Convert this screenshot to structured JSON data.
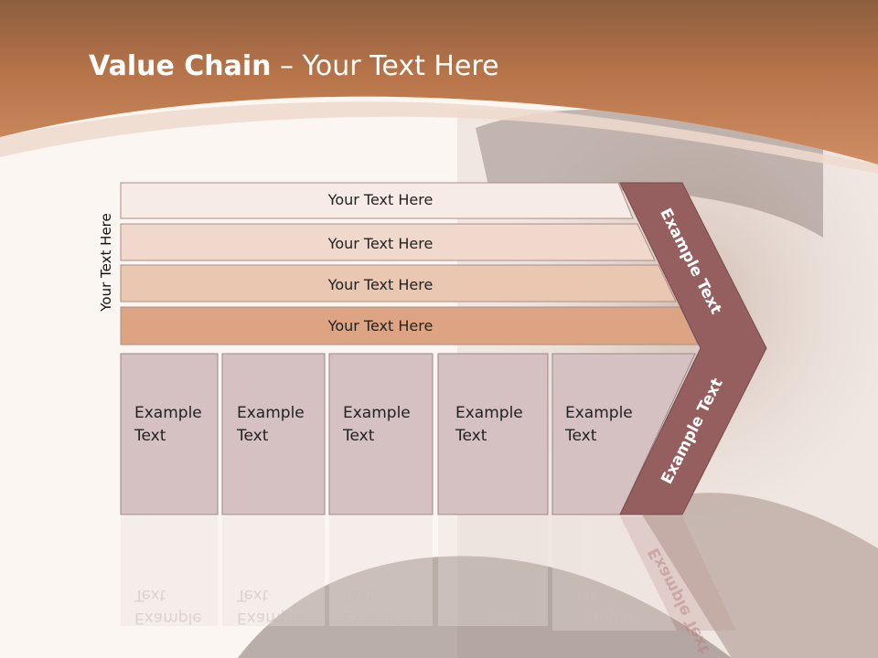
{
  "title": {
    "bold": "Value Chain",
    "rest": " – Your Text Here"
  },
  "side_label": "Your Text Here",
  "bars": [
    {
      "label": "Your Text Here"
    },
    {
      "label": "Your Text Here"
    },
    {
      "label": "Your Text Here"
    },
    {
      "label": "Your Text Here"
    }
  ],
  "boxes": [
    {
      "label": "Example\nText"
    },
    {
      "label": "Example\nText"
    },
    {
      "label": "Example\nText"
    },
    {
      "label": "Example\nText"
    },
    {
      "label": "Example\nText"
    }
  ],
  "chevron": {
    "upper_label": "Example Text",
    "lower_label": "Example Text"
  },
  "colors": {
    "header": "#b77449",
    "bar_fills": [
      "#f6ebe6",
      "#f0d9cc",
      "#e9c7b1",
      "#dda483"
    ],
    "box_fill": "#d5c1c2",
    "chevron_fill": "#955e5f"
  }
}
